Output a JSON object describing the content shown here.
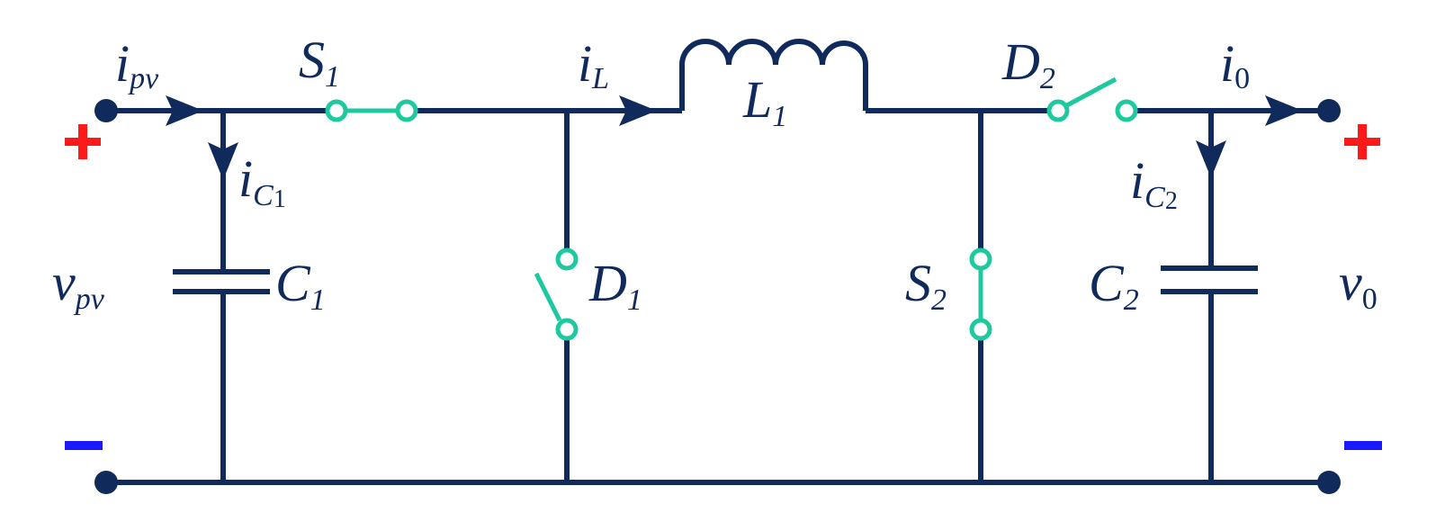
{
  "colors": {
    "wire": "#102a5c",
    "switch": "#1ec9a0",
    "plus": "#ff1a1a",
    "minus": "#1a1aff",
    "background": "#ffffff"
  },
  "signs": {
    "plus": "+",
    "minus": "−"
  },
  "labels": {
    "i_pv": {
      "main": "i",
      "sub": "pv"
    },
    "i_C1": {
      "main": "i",
      "sub": "C",
      "subsub": "1"
    },
    "v_pv": {
      "main": "v",
      "sub": "pv"
    },
    "C1": {
      "main": "C",
      "sub": "1"
    },
    "S1": {
      "main": "S",
      "sub": "1"
    },
    "i_L": {
      "main": "i",
      "sub": "L"
    },
    "L1": {
      "main": "L",
      "sub": "1"
    },
    "D1": {
      "main": "D",
      "sub": "1"
    },
    "S2": {
      "main": "S",
      "sub": "2"
    },
    "D2": {
      "main": "D",
      "sub": "2"
    },
    "i_0": {
      "main": "i",
      "sub": "0"
    },
    "i_C2": {
      "main": "i",
      "sub": "C",
      "subsub": "2"
    },
    "C2": {
      "main": "C",
      "sub": "2"
    },
    "v_0": {
      "main": "v",
      "sub": "0"
    }
  }
}
